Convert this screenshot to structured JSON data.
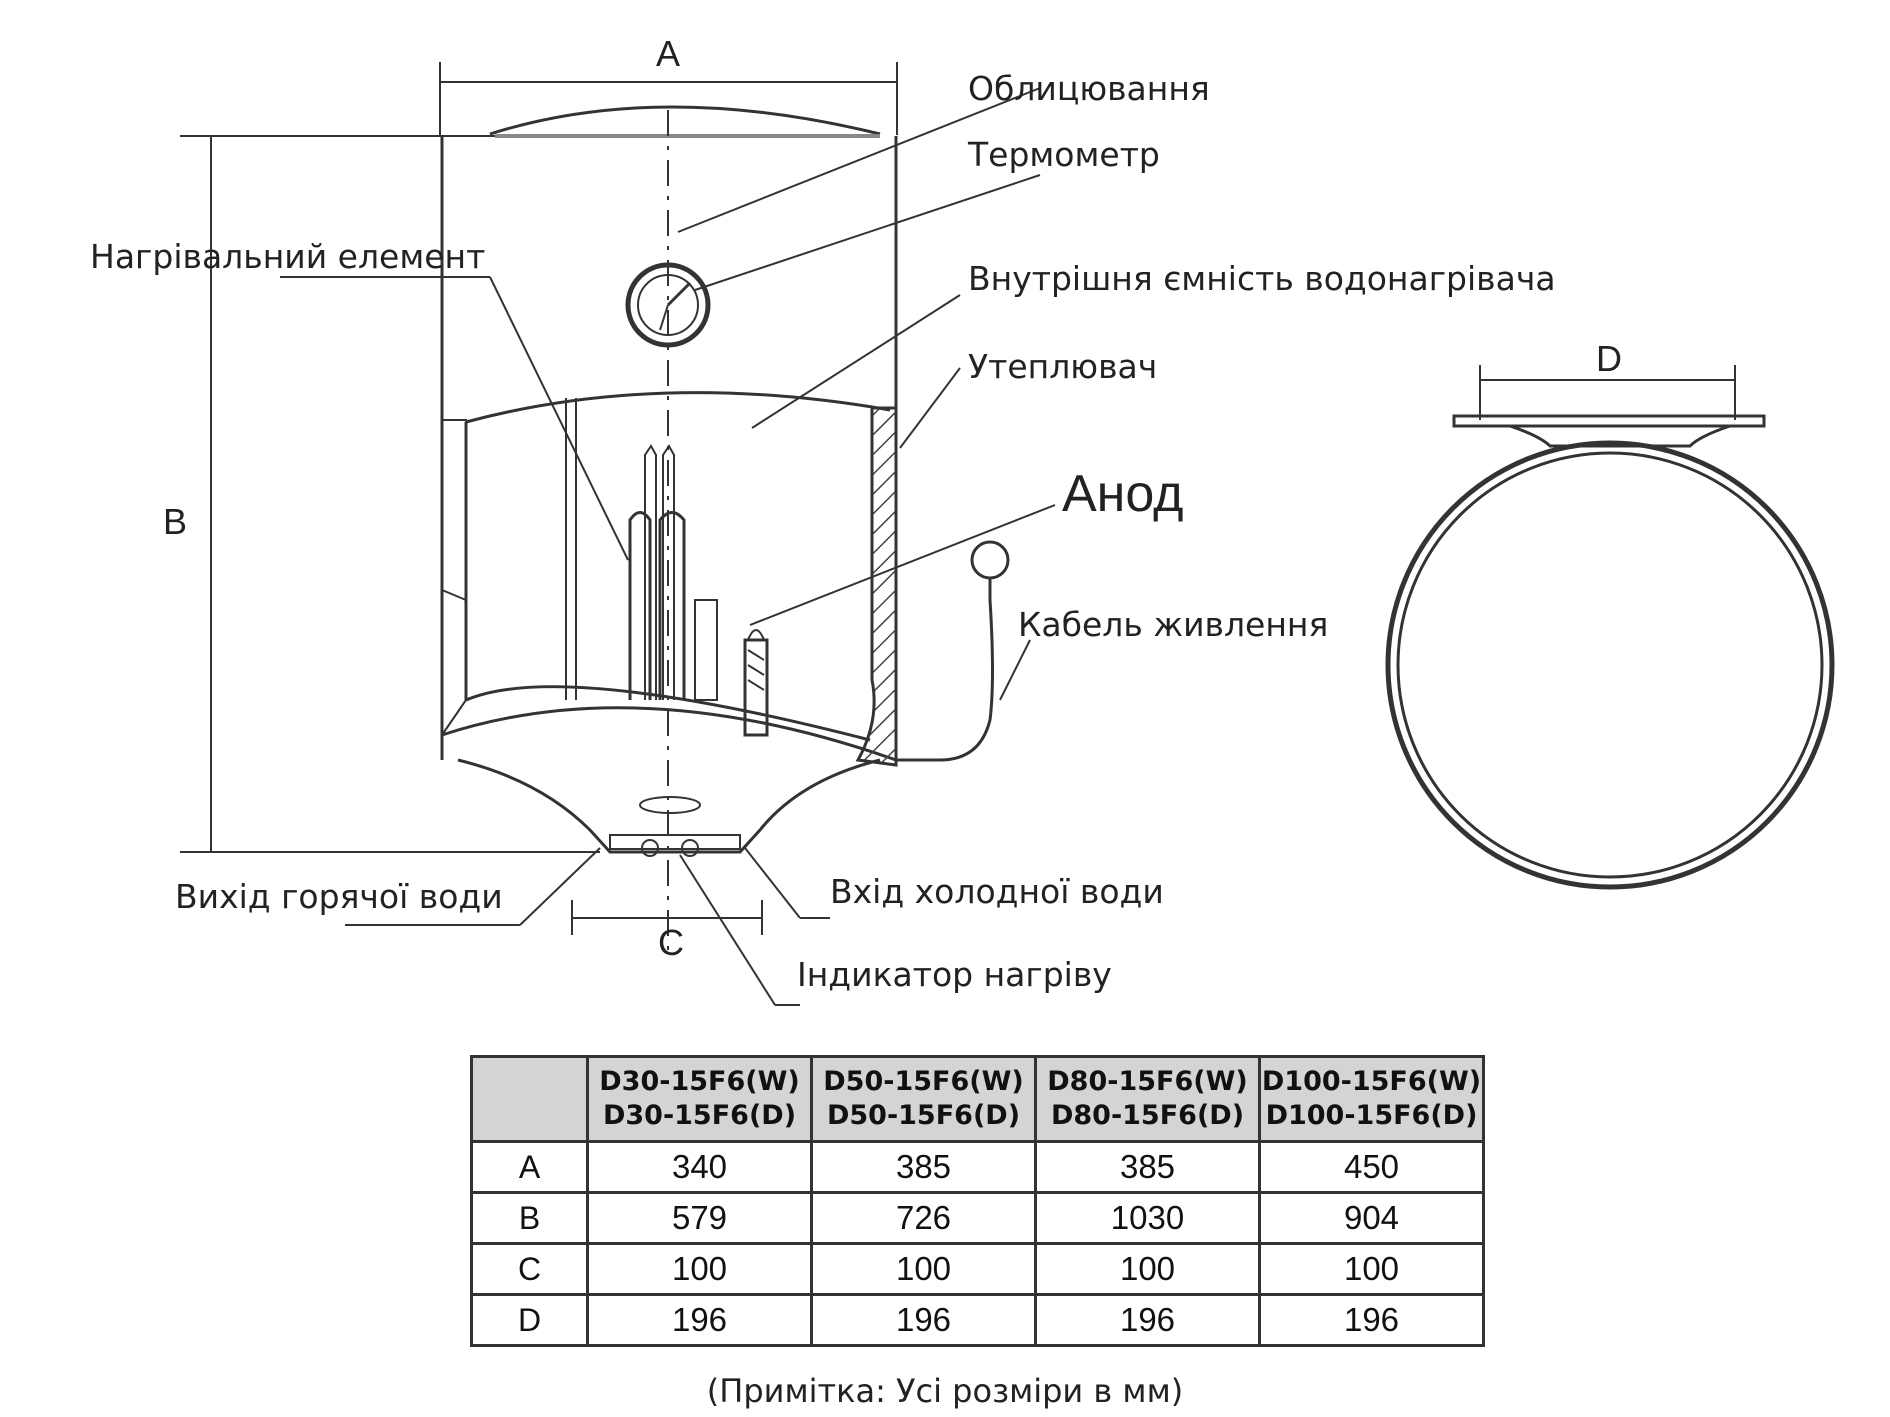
{
  "dimension_letters": {
    "a": "A",
    "b": "B",
    "c": "C",
    "d": "D"
  },
  "labels": {
    "cladding": "Облицювання",
    "thermometer": "Термометр",
    "heating_element": "Нагрівальний елемент",
    "inner_tank": "Внутрішня ємність водонагрівача",
    "insulation": "Утеплювач",
    "anode": "Анод",
    "power_cable": "Кабель живлення",
    "hot_water_outlet": "Вихід горячої води",
    "cold_water_inlet": "Вхід холодної води",
    "heating_indicator": "Індикатор нагріву"
  },
  "table": {
    "corner": "",
    "models": [
      {
        "line1": "D30-15F6(W)",
        "line2": "D30-15F6(D)"
      },
      {
        "line1": "D50-15F6(W)",
        "line2": "D50-15F6(D)"
      },
      {
        "line1": "D80-15F6(W)",
        "line2": "D80-15F6(D)"
      },
      {
        "line1": "D100-15F6(W)",
        "line2": "D100-15F6(D)"
      }
    ],
    "rows": [
      {
        "label": "A",
        "values": [
          "340",
          "385",
          "385",
          "450"
        ]
      },
      {
        "label": "B",
        "values": [
          "579",
          "726",
          "1030",
          "904"
        ]
      },
      {
        "label": "C",
        "values": [
          "100",
          "100",
          "100",
          "100"
        ]
      },
      {
        "label": "D",
        "values": [
          "196",
          "196",
          "196",
          "196"
        ]
      }
    ]
  },
  "note": "(Примітка: Усі розміри в мм)"
}
